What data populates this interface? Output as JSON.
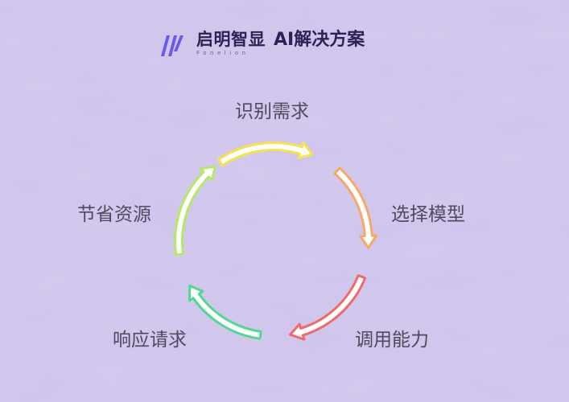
{
  "header": {
    "brand_cn": "启明智显",
    "brand_en": "Fonelion",
    "title": "AI解决方案"
  },
  "cycle": {
    "steps": [
      {
        "label": "识别需求",
        "color": "#f4e34e"
      },
      {
        "label": "选择模型",
        "color": "#f7a868"
      },
      {
        "label": "调用能力",
        "color": "#f06a6a"
      },
      {
        "label": "响应请求",
        "color": "#52d891"
      },
      {
        "label": "节省资源",
        "color": "#b6e768"
      }
    ]
  },
  "colors": {
    "background": "#cfc4ec",
    "text": "#4e4a5e",
    "brand": "#2b2356",
    "logo": "#6b5ce7"
  }
}
